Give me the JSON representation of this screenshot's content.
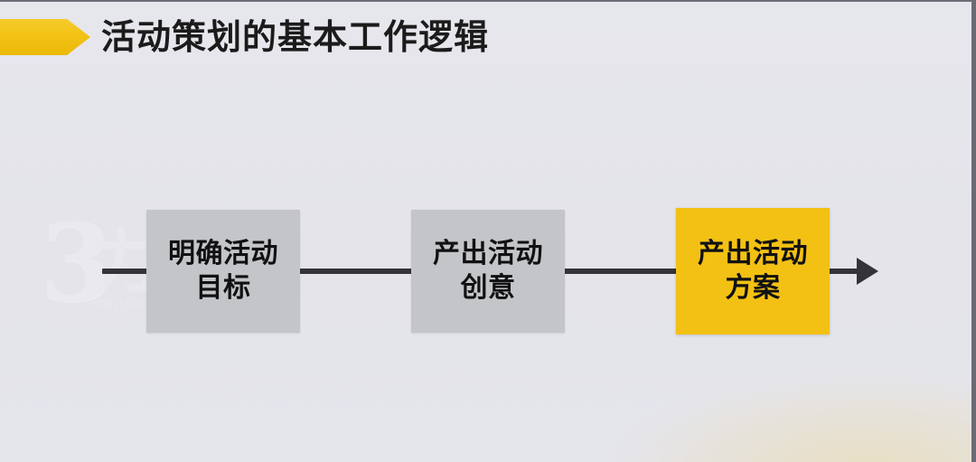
{
  "slide": {
    "background_color": "#e5e5ec",
    "accent_color": "#f3c113",
    "node_gray_color": "#c3c5c9",
    "connector_color": "#333338",
    "title": {
      "text": "活动策划的基本工作逻辑",
      "marker_icon": "arrow-banner-icon"
    },
    "watermark": {
      "glyph": "3",
      "glyph2": "力",
      "text": "sanjieta.cn"
    },
    "flow": {
      "end_arrow_icon": "arrow-right-icon",
      "nodes": [
        {
          "id": "node-1",
          "style": "gray",
          "line1": "明确活动",
          "line2": "目标"
        },
        {
          "id": "node-2",
          "style": "gray",
          "line1": "产出活动",
          "line2": "创意"
        },
        {
          "id": "node-3",
          "style": "accent",
          "line1": "产出活动",
          "line2": "方案"
        }
      ]
    }
  }
}
